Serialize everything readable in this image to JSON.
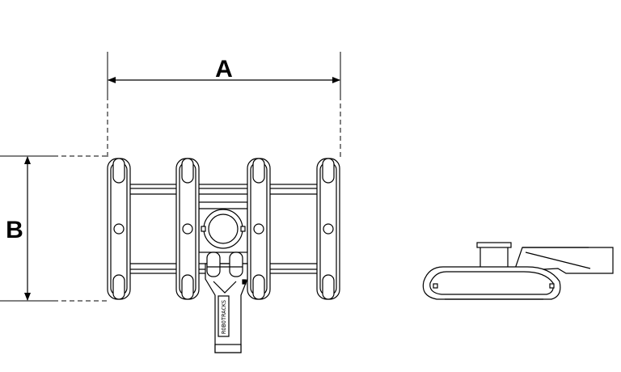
{
  "dimensions": {
    "width_label": "A",
    "height_label": "B"
  },
  "machine": {
    "brand_text": "ROBOTRACKS"
  },
  "colors": {
    "line": "#000000",
    "background": "#ffffff",
    "fill": "#ffffff"
  }
}
